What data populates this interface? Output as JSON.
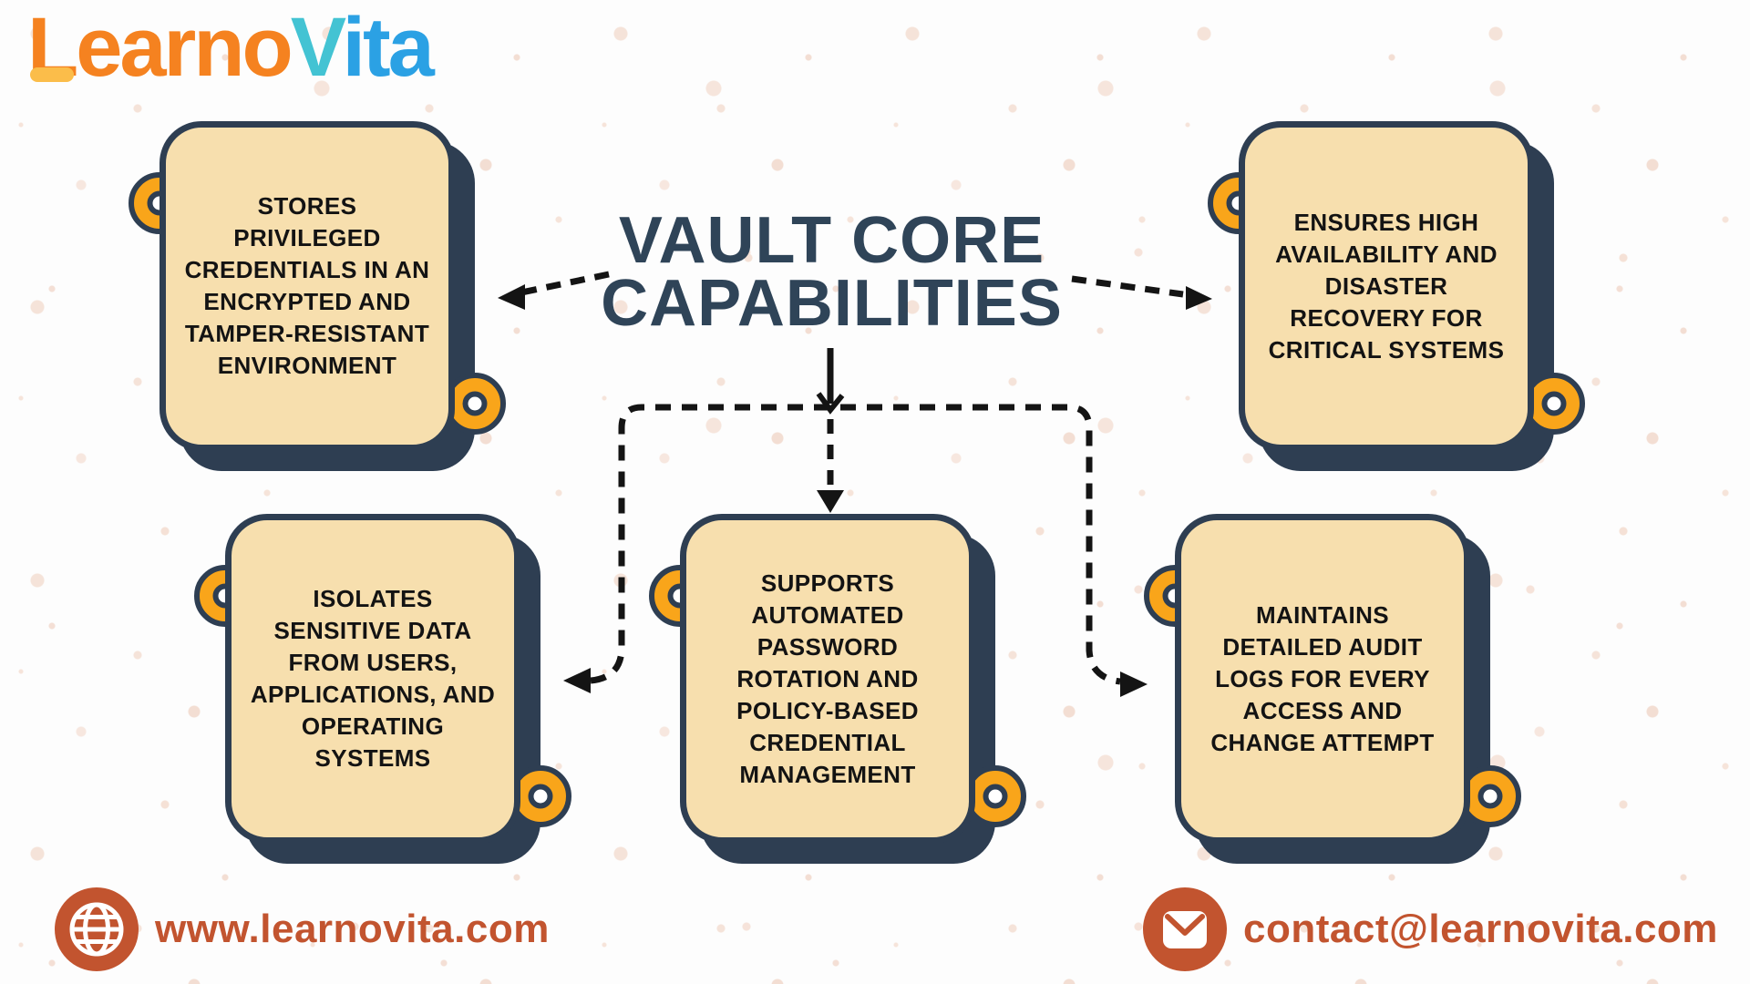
{
  "brand": {
    "logo_learno": "Learno",
    "logo_v": "V",
    "logo_ita": "ita"
  },
  "title": {
    "line1": "VAULT CORE",
    "line2": "CAPABILITIES"
  },
  "cards": [
    {
      "text": "STORES PRIVILEGED CREDENTIALS IN AN ENCRYPTED AND TAMPER-RESISTANT ENVIRONMENT"
    },
    {
      "text": "ENSURES HIGH AVAILABILITY AND DISASTER RECOVERY FOR CRITICAL SYSTEMS"
    },
    {
      "text": "ISOLATES SENSITIVE DATA FROM USERS, APPLICATIONS, AND OPERATING SYSTEMS"
    },
    {
      "text": "SUPPORTS AUTOMATED PASSWORD ROTATION AND POLICY-BASED CREDENTIAL MANAGEMENT"
    },
    {
      "text": "MAINTAINS DETAILED AUDIT LOGS FOR EVERY ACCESS AND CHANGE ATTEMPT"
    }
  ],
  "footer": {
    "website": "www.learnovita.com",
    "email": "contact@learnovita.com"
  },
  "colors": {
    "card_border_navy": "#2e3e52",
    "card_fill_cream": "#f7dfae",
    "ring_orange": "#f9a51a",
    "contact_rust": "#c2542f",
    "title_navy": "#2f4458",
    "logo_orange": "#f58220",
    "logo_teal": "#43c3d3",
    "logo_blue": "#2ba1e4"
  }
}
